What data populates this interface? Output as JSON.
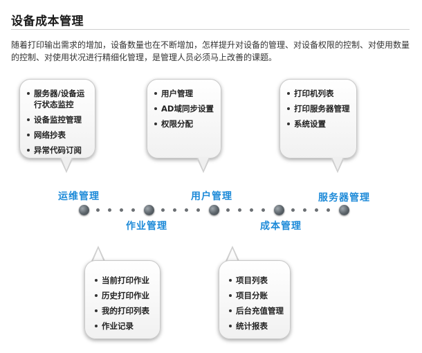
{
  "title": "设备成本管理",
  "intro": "随着打印输出需求的增加，设备数量也在不断增加，怎样提升对设备的管理、对设备权限的控制、对使用数量的控制、对使用状况进行精细化管理，是管理人员必须马上改善的课题。",
  "timeline": {
    "labels": {
      "ops": "运维管理",
      "job": "作业管理",
      "user": "用户管理",
      "cost": "成本管理",
      "server": "服务器管理"
    }
  },
  "bubbles": {
    "ops": [
      "服务器/设备运行状态监控",
      "设备监控管理",
      "网络抄表",
      "异常代码订阅"
    ],
    "user": [
      "用户管理",
      "AD域同步设置",
      "权限分配"
    ],
    "server": [
      "打印机列表",
      "打印服务器管理",
      "系统设置"
    ],
    "job": [
      "当前打印作业",
      "历史打印作业",
      "我的打印列表",
      "作业记录"
    ],
    "cost": [
      "项目列表",
      "项目分账",
      "后台充值管理",
      "统计报表"
    ]
  },
  "colors": {
    "accent": "#1d8ad8",
    "node": "#5a6268"
  }
}
